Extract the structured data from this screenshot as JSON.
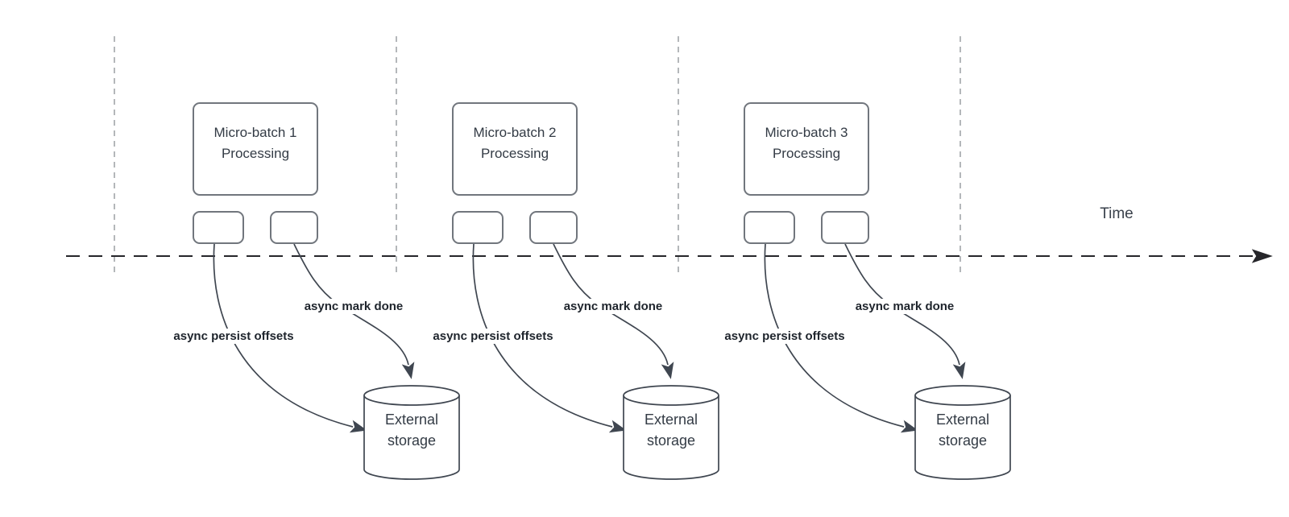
{
  "time_axis": {
    "label": "Time"
  },
  "groups": [
    {
      "name": "micro-batch-1",
      "box_title_line1": "Micro-batch 1",
      "box_title_line2": "Processing",
      "persist_label": "async persist offsets",
      "done_label": "async mark done",
      "storage_line1": "External",
      "storage_line2": "storage"
    },
    {
      "name": "micro-batch-2",
      "box_title_line1": "Micro-batch 2",
      "box_title_line2": "Processing",
      "persist_label": "async persist offsets",
      "done_label": "async mark done",
      "storage_line1": "External",
      "storage_line2": "storage"
    },
    {
      "name": "micro-batch-3",
      "box_title_line1": "Micro-batch 3",
      "box_title_line2": "Processing",
      "persist_label": "async persist offsets",
      "done_label": "async mark done",
      "storage_line1": "External",
      "storage_line2": "storage"
    }
  ],
  "colors": {
    "background": "#ffffff",
    "timeline": "#26262a",
    "guide_line": "#b4b7ba",
    "shape_border": "#71767d",
    "connector": "#3f4650",
    "box_text": "#333b45",
    "label_text": "#1e242c"
  }
}
